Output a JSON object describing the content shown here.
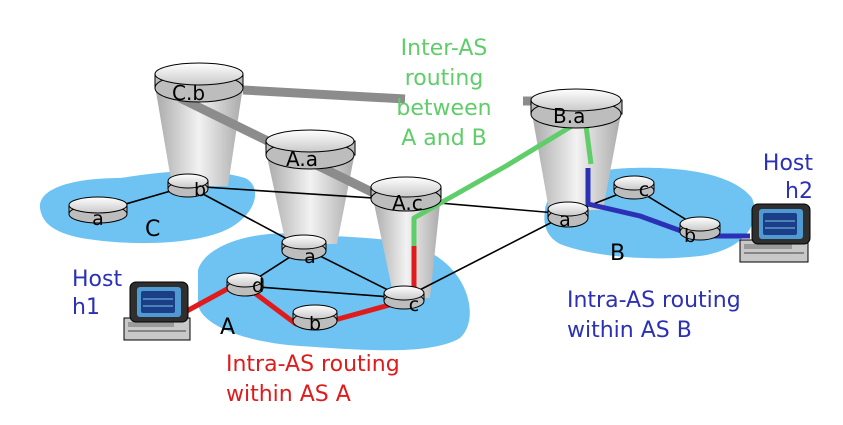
{
  "diagram": {
    "labels": {
      "inter_as": [
        "Inter-AS",
        "routing",
        "between",
        "A and B"
      ],
      "intra_a": [
        "Intra-AS routing",
        "within AS A"
      ],
      "intra_b": [
        "Intra-AS routing",
        "within AS B"
      ]
    },
    "hosts": {
      "h1": {
        "line1": "Host",
        "line2": "h1"
      },
      "h2": {
        "line1": "Host",
        "line2": "h2"
      }
    },
    "as_names": {
      "a": "A",
      "b": "B",
      "c": "C"
    },
    "routers": {
      "cb": "C.b",
      "aa": "A.a",
      "ac": "A.c",
      "ba": "B.a",
      "c_a": "a",
      "c_b": "b",
      "a_a": "a",
      "a_d": "d",
      "a_b": "b",
      "a_c": "c",
      "b_a": "a",
      "b_c": "c",
      "b_b": "b"
    },
    "colors": {
      "inter_path": "#5fce6a",
      "intra_a_path": "#e01b1b",
      "intra_b_path": "#2b30b4",
      "as_cloud": "#6ec3f2",
      "inter_as_link": "#8c8c8c"
    }
  }
}
